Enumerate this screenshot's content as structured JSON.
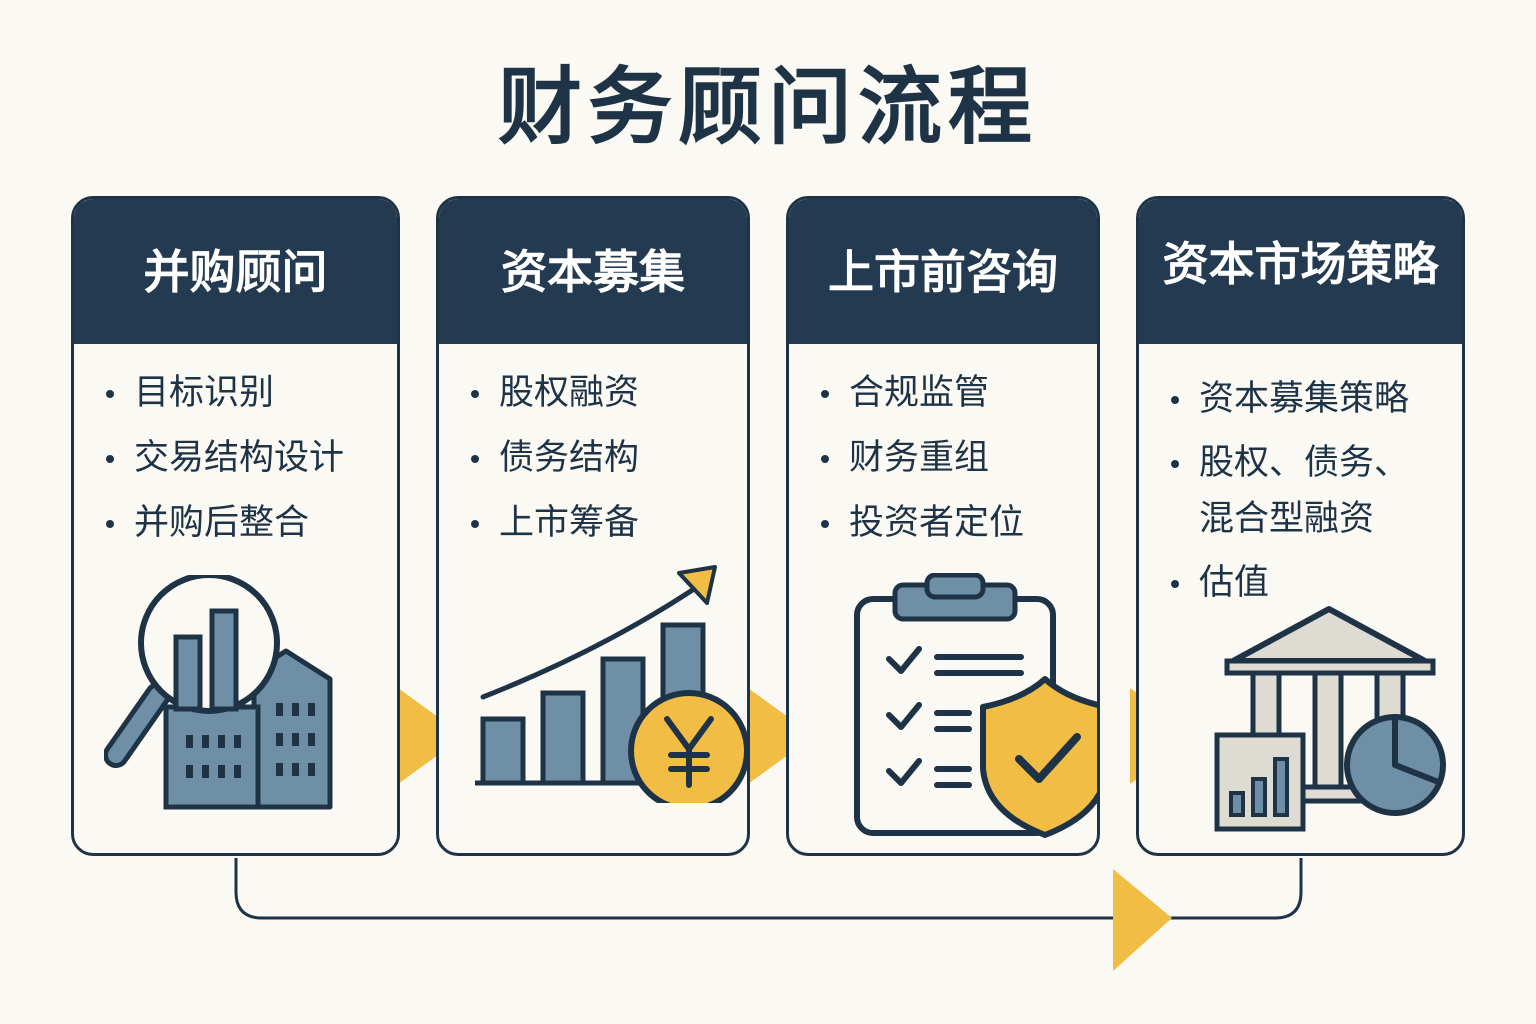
{
  "title": "财务顾问流程",
  "colors": {
    "navy": "#233a50",
    "steel_blue": "#6f8fa6",
    "gold": "#f2bd45",
    "background": "#fbf9f3",
    "light_gray": "#dedbd3"
  },
  "steps": [
    {
      "title": "并购顾问",
      "items": [
        "目标识别",
        "交易结构设计",
        "并购后整合"
      ],
      "icon": "magnifier-buildings-chart-icon"
    },
    {
      "title": "资本募集",
      "items": [
        "股权融资",
        "债务结构",
        "上市筹备"
      ],
      "icon": "growth-chart-yen-coin-icon"
    },
    {
      "title": "上市前咨询",
      "items": [
        "合规监管",
        "财务重组",
        "投资者定位"
      ],
      "icon": "clipboard-checklist-shield-icon"
    },
    {
      "title": "资本市场策略",
      "title_lines": [
        "资本市场",
        "策略"
      ],
      "items": [
        "资本募集策略",
        "股权、债务、混合型融资",
        "估值"
      ],
      "item_lines": [
        "股权、债务、",
        "混合型融资"
      ],
      "icon": "bank-chart-pie-icon"
    }
  ]
}
